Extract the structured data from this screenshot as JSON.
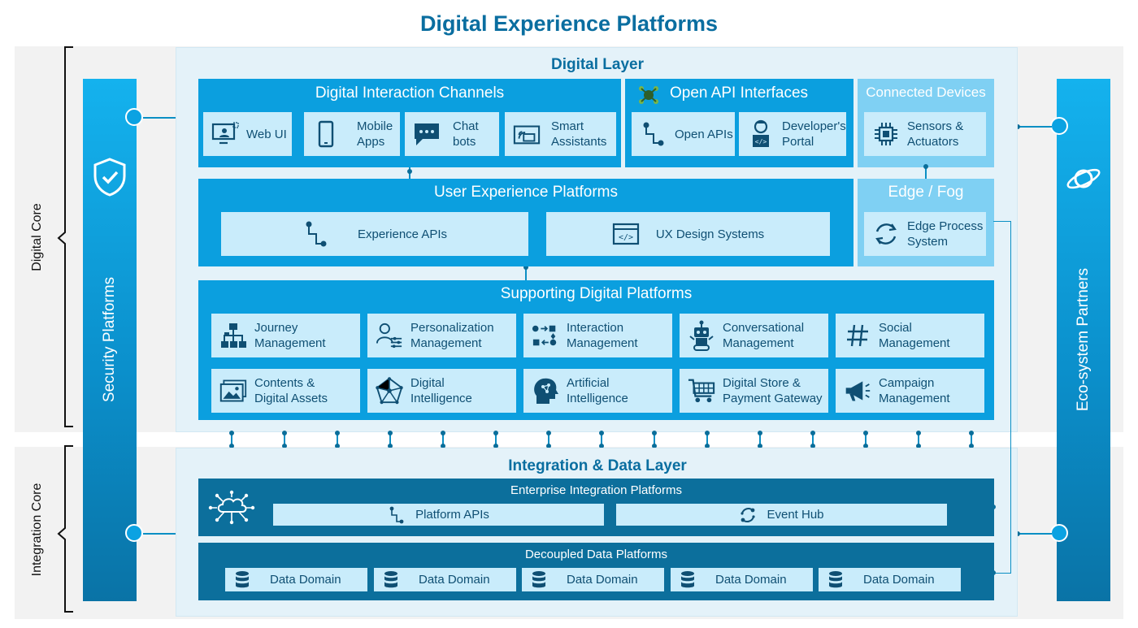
{
  "title": "Digital Experience Platforms",
  "left_labels": {
    "digital_core": "Digital Core",
    "integration_core": "Integration Core"
  },
  "security_platforms": "Security Platforms",
  "ecosystem_partners": "Eco-system Partners",
  "digital_layer": {
    "title": "Digital Layer",
    "interaction_channels": {
      "title": "Digital Interaction Channels",
      "items": [
        {
          "label": "Web UI",
          "icon": "web-ui-icon"
        },
        {
          "label": "Mobile\nApps",
          "icon": "mobile-icon"
        },
        {
          "label": "Chat\nbots",
          "icon": "chat-icon"
        },
        {
          "label": "Smart\nAssistants",
          "icon": "smart-assistant-icon"
        }
      ]
    },
    "open_api": {
      "title": "Open API Interfaces",
      "items": [
        {
          "label": "Open APIs",
          "icon": "api-flow-icon"
        },
        {
          "label": "Developer's\nPortal",
          "icon": "developer-icon"
        }
      ]
    },
    "connected_devices": {
      "title": "Connected Devices",
      "items": [
        {
          "label": "Sensors &\nActuators",
          "icon": "chip-icon"
        }
      ]
    },
    "ux_platforms": {
      "title": "User Experience Platforms",
      "items": [
        {
          "label": "Experience APIs",
          "icon": "api-flow-icon"
        },
        {
          "label": "UX Design Systems",
          "icon": "code-window-icon"
        }
      ]
    },
    "edge_fog": {
      "title": "Edge / Fog",
      "items": [
        {
          "label": "Edge Process\nSystem",
          "icon": "cycle-icon"
        }
      ]
    },
    "supporting": {
      "title": "Supporting Digital Platforms",
      "items": [
        {
          "label": "Journey\nManagement",
          "icon": "hierarchy-icon"
        },
        {
          "label": "Personalization\nManagement",
          "icon": "person-settings-icon"
        },
        {
          "label": "Interaction\nManagement",
          "icon": "interaction-icon"
        },
        {
          "label": "Conversational\nManagement",
          "icon": "robot-icon"
        },
        {
          "label": "Social\nManagement",
          "icon": "hashtag-icon"
        },
        {
          "label": "Contents &\nDigital Assets",
          "icon": "images-icon"
        },
        {
          "label": "Digital\nIntelligence",
          "icon": "network-icon"
        },
        {
          "label": "Artificial\nIntelligence",
          "icon": "ai-head-icon"
        },
        {
          "label": "Digital Store &\nPayment Gateway",
          "icon": "cart-icon"
        },
        {
          "label": "Campaign\nManagement",
          "icon": "megaphone-icon"
        }
      ]
    }
  },
  "integration_layer": {
    "title": "Integration & Data Layer",
    "enterprise": {
      "title": "Enterprise Integration Platforms",
      "items": [
        {
          "label": "Platform APIs",
          "icon": "api-flow-icon"
        },
        {
          "label": "Event Hub",
          "icon": "event-hub-icon"
        }
      ]
    },
    "decoupled": {
      "title": "Decoupled Data Platforms",
      "items": [
        {
          "label": "Data Domain",
          "icon": "database-icon"
        },
        {
          "label": "Data Domain",
          "icon": "database-icon"
        },
        {
          "label": "Data Domain",
          "icon": "database-icon"
        },
        {
          "label": "Data Domain",
          "icon": "database-icon"
        },
        {
          "label": "Data Domain",
          "icon": "database-icon"
        }
      ]
    }
  },
  "colors": {
    "title": "#0a6ea0",
    "panel": "#0b9fdf",
    "panel_dark": "#0c6f9c",
    "card": "#c9ecfb",
    "card_text": "#0f4f73"
  }
}
